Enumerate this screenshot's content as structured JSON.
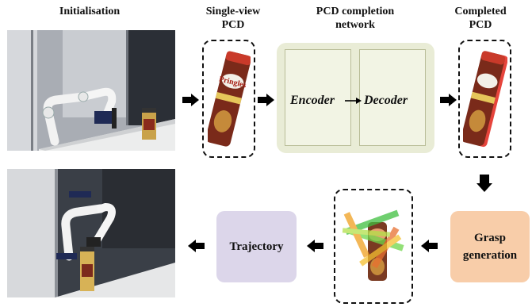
{
  "titles": {
    "initialisation": "Initialisation",
    "single_view": "Single-view\nPCD",
    "network": "PCD completion\nnetwork",
    "completed": "Completed\nPCD"
  },
  "network": {
    "encoder": "Encoder",
    "decoder": "Decoder"
  },
  "boxes": {
    "grasp_line1": "Grasp",
    "grasp_line2": "generation",
    "trajectory": "Trajectory"
  },
  "can_label": "Pringles",
  "colors": {
    "network_bg": "#e9ecd6",
    "grasp_bg": "#f8cda9",
    "trajectory_bg": "#dcd6ea",
    "arrow": "#000000",
    "completed_points": "#e2231a"
  }
}
